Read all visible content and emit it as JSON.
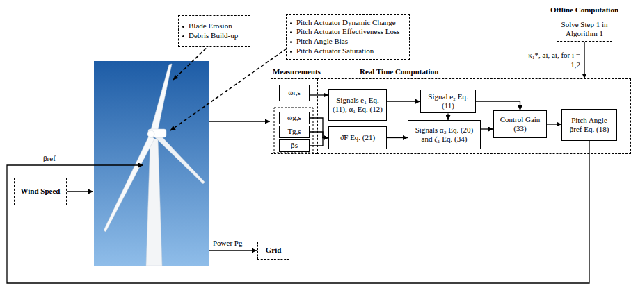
{
  "diagram": {
    "nodes": [
      {
        "text": [
          "Blade Erosion",
          "Debris Build-up"
        ]
      },
      {
        "text": [
          "Pitch Actuator Dynamic Change",
          "Pitch Actuator Effectiveness Loss",
          "Pitch Angle Bias",
          "Pitch Actuator Saturation"
        ]
      },
      {
        "text": [
          "Offline Computation",
          "Solve Step 1 in Algorithm 1"
        ]
      },
      {
        "text": [
          "Wind Speed"
        ]
      },
      {
        "text": [
          "Measurements"
        ]
      },
      {
        "text": [
          "ωr,s"
        ],
        "in": 4
      },
      {
        "text": [
          "ωg,s"
        ],
        "in": 4
      },
      {
        "text": [
          "Tg,s"
        ],
        "in": 4
      },
      {
        "text": [
          "βs"
        ],
        "in": 4
      },
      {
        "text": [
          "Real Time Computation"
        ]
      },
      {
        "text": [
          "Signals e₁ Eq. (11), α₁ Eq. (12)"
        ],
        "in": 9
      },
      {
        "text": [
          "Signal e₂ Eq. (11)"
        ],
        "in": 9
      },
      {
        "text": [
          "ϑ̂F Eq. (21)"
        ],
        "in": 9
      },
      {
        "text": [
          "Signals α₂ Eq. (20) and ζ₁ Eq. (34)"
        ],
        "in": 9
      },
      {
        "text": [
          "Control Gain (33)"
        ],
        "in": 9
      },
      {
        "text": [
          "Pitch Angle βref Eq. (18)"
        ],
        "in": 9
      },
      {
        "text": [
          "Grid"
        ]
      }
    ],
    "edges": [
      {
        "from": 5,
        "to": 10,
        "arrow": "to"
      },
      {
        "from": 10,
        "to": 11,
        "arrow": "to"
      },
      {
        "from": 11,
        "to": 14,
        "arrow": "to"
      },
      {
        "from": 11,
        "to": 13,
        "arrow": "to"
      },
      {
        "from": 6,
        "to": 12,
        "arrow": "to"
      },
      {
        "from": 7,
        "to": 12,
        "arrow": "to"
      },
      {
        "from": 8,
        "to": 12,
        "arrow": "to"
      },
      {
        "from": 12,
        "to": 13,
        "arrow": "to"
      },
      {
        "from": 13,
        "to": 14,
        "arrow": "to"
      },
      {
        "from": 14,
        "to": 15,
        "arrow": "to"
      },
      {
        "from": 2,
        "to": 9,
        "arrow": "to",
        "label": "κ₁*, āi, a̲i, for i = 1,2"
      }
    ],
    "labels": [
      "βref",
      "Power Pg"
    ]
  }
}
